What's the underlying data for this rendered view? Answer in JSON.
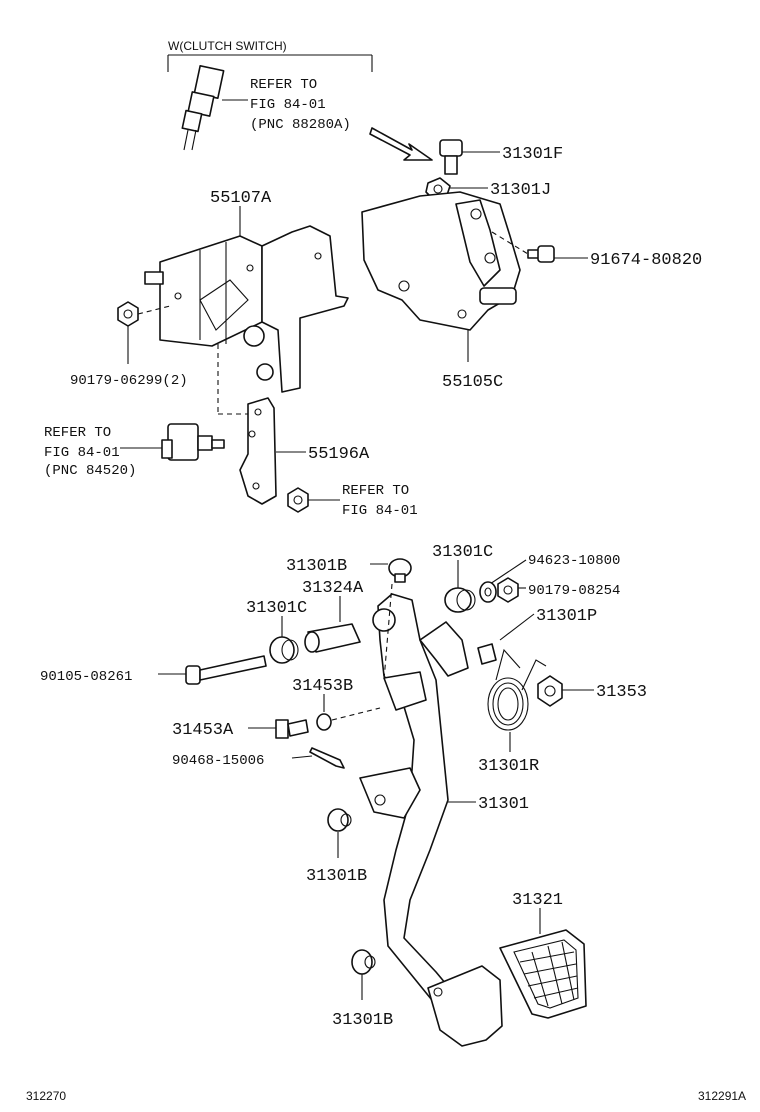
{
  "header": {
    "bracket_label": "W(CLUTCH SWITCH)",
    "refer_1": [
      "REFER TO",
      "FIG 84-01",
      "(PNC 88280A)"
    ]
  },
  "refer_2": [
    "REFER TO",
    "FIG 84-01",
    "(PNC 84520)"
  ],
  "refer_3": [
    "REFER TO",
    "FIG 84-01"
  ],
  "parts": {
    "p31301F": "31301F",
    "p31301J": "31301J",
    "p55107A": "55107A",
    "p91674": "91674-80820",
    "p90179_06299": "90179-06299(2)",
    "p55105C": "55105C",
    "p55196A": "55196A",
    "p31301B_top": "31301B",
    "p31301C_right": "31301C",
    "p94623": "94623-10800",
    "p31324A": "31324A",
    "p90179_08254": "90179-08254",
    "p31301C_left": "31301C",
    "p31301P": "31301P",
    "p90105": "90105-08261",
    "p31453B": "31453B",
    "p31353": "31353",
    "p31453A": "31453A",
    "p90468": "90468-15006",
    "p31301R": "31301R",
    "p31301": "31301",
    "p31301B_mid": "31301B",
    "p31321": "31321",
    "p31301B_bot": "31301B"
  },
  "footer": {
    "left_code": "312270",
    "right_code": "312291A"
  }
}
